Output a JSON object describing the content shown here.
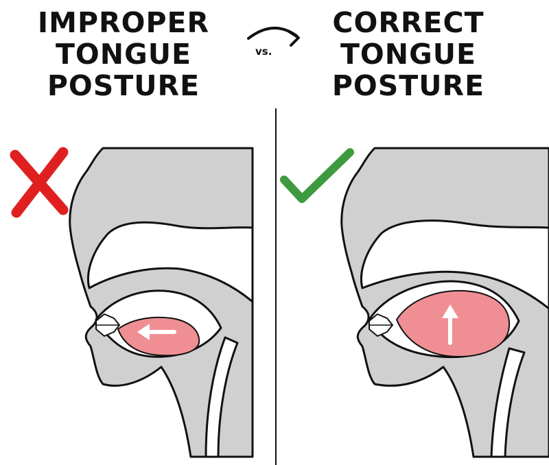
{
  "improper": {
    "title": [
      "IMPROPER",
      "TONGUE",
      "POSTURE"
    ],
    "mark": "x-mark-icon",
    "mark_color": "#e02020",
    "tongue_arrow": "left-arrow-icon"
  },
  "correct": {
    "title": [
      "CORRECT",
      "TONGUE",
      "POSTURE"
    ],
    "mark": "check-mark-icon",
    "mark_color": "#3e9a3e",
    "tongue_arrow": "up-arrow-icon"
  },
  "vs_label": "vs.",
  "colors": {
    "head_fill": "#d0d0d0",
    "outline": "#111111",
    "tongue_fill": "#ef8f94",
    "arrow": "#ffffff"
  }
}
